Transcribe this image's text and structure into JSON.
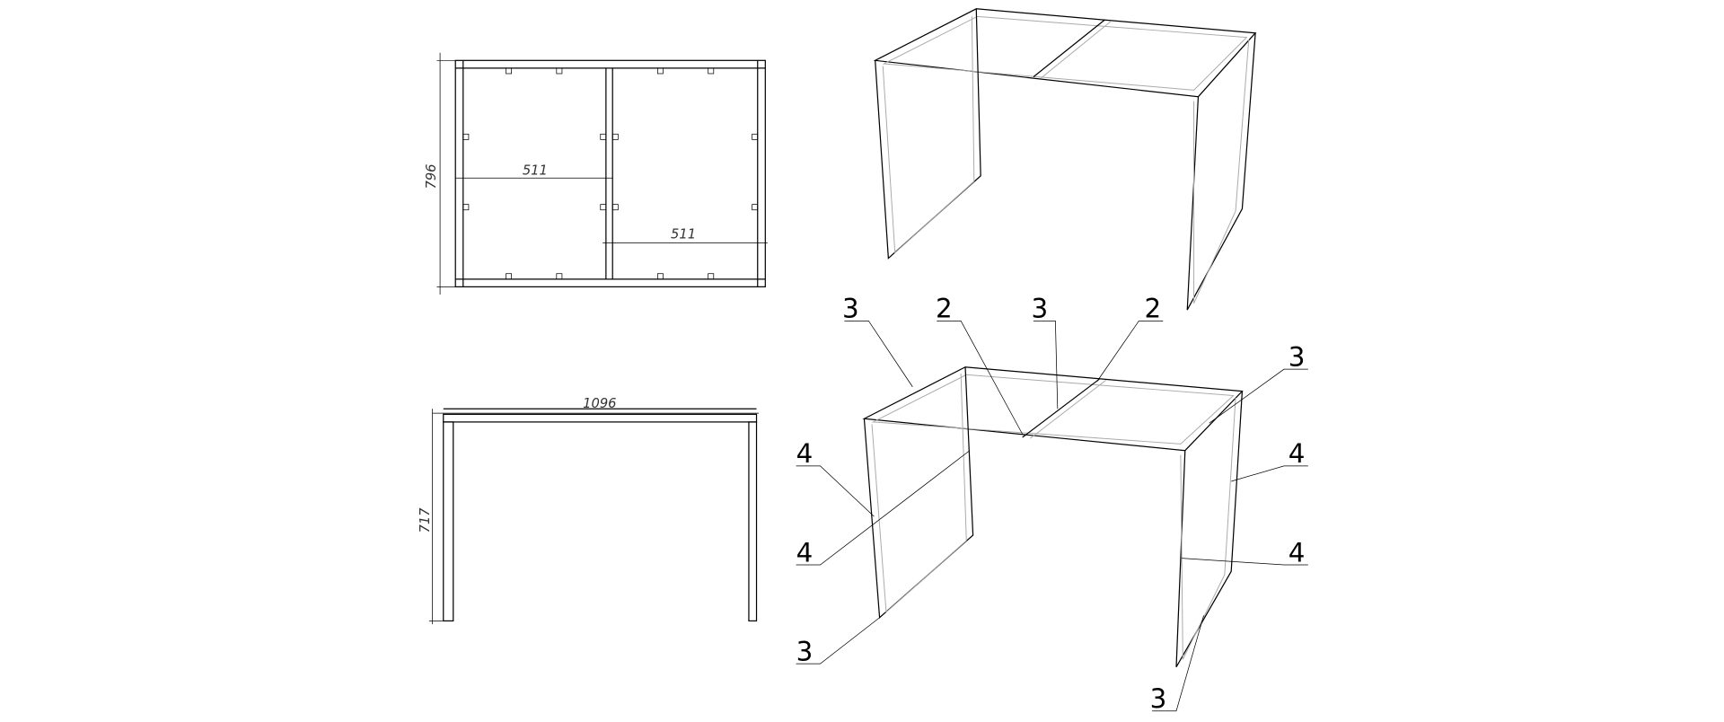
{
  "top_view": {
    "dim_depth": "796",
    "dim_left_span": "511",
    "dim_right_span": "511"
  },
  "front_view": {
    "dim_width": "1096",
    "dim_height": "717"
  },
  "callouts": [
    "3",
    "2",
    "3",
    "2",
    "3",
    "4",
    "4",
    "3",
    "4",
    "4",
    "3"
  ],
  "colors": {
    "line": "#000000",
    "background": "#ffffff"
  }
}
